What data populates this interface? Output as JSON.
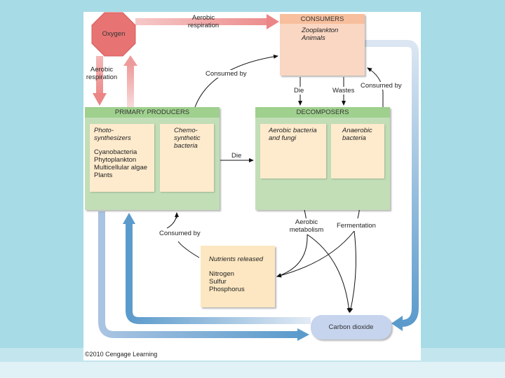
{
  "diagram": {
    "nodes": {
      "oxygen": "Oxygen",
      "consumers": {
        "title": "CONSUMERS",
        "items": [
          "Zooplankton",
          "Animals"
        ]
      },
      "primary_producers": {
        "title": "PRIMARY PRODUCERS",
        "photo_title_1": "Photo-",
        "photo_title_2": "synthesizers",
        "photo_items": [
          "Cyanobacteria",
          "Phytoplankton",
          "Multicellular algae",
          "Plants"
        ],
        "chemo_1": "Chemo-",
        "chemo_2": "synthetic",
        "chemo_3": "bacteria"
      },
      "decomposers": {
        "title": "DECOMPOSERS",
        "aerobic_1": "Aerobic bacteria",
        "aerobic_2": "and fungi",
        "anaerobic_1": "Anaerobic",
        "anaerobic_2": "bacteria"
      },
      "nutrients": {
        "title": "Nutrients released",
        "items": [
          "Nitrogen",
          "Sulfur",
          "Phosphorus"
        ]
      },
      "carbon_dioxide": "Carbon dioxide"
    },
    "edges": {
      "aerobic_respiration_top_1": "Aerobic",
      "aerobic_respiration_top_2": "respiration",
      "aerobic_respiration_left_1": "Aerobic",
      "aerobic_respiration_left_2": "respiration",
      "consumed_by_producers": "Consumed by",
      "die_consumers": "Die",
      "wastes": "Wastes",
      "consumed_by_decomposers": "Consumed by",
      "die_producers": "Die",
      "consumed_by_nutrients": "Consumed by",
      "aerobic_metabolism_1": "Aerobic",
      "aerobic_metabolism_2": "metabolism",
      "fermentation": "Fermentation"
    },
    "colors": {
      "oxygen": "#e87373",
      "consumers_header": "#f7bf9d",
      "consumers_body": "#fad7c3",
      "green_header": "#9fd08e",
      "green_body": "#c2deb7",
      "sub_box": "#feebcd",
      "co2": "#c6d4ee",
      "co2_arrow": "#5b9bcc"
    }
  },
  "footer": {
    "copyright": "©2010 Cengage Learning"
  }
}
